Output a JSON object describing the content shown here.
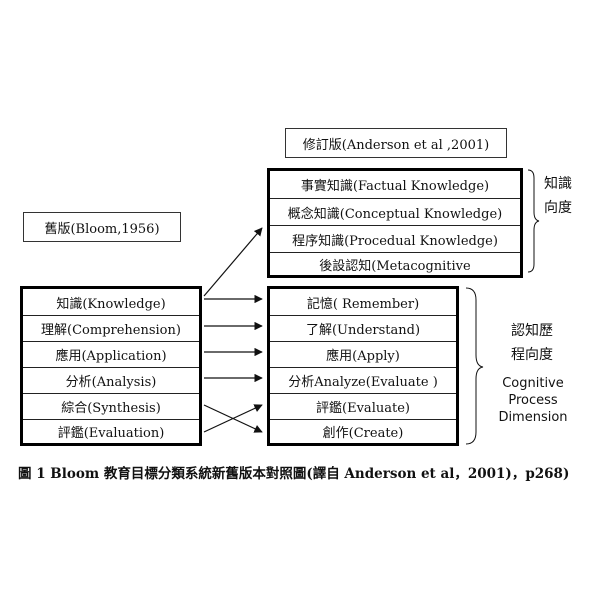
{
  "revised_title": "修訂版(Anderson et al ,2001)",
  "old_title": "舊版(Bloom,1956)",
  "knowledge_dimension": {
    "items": [
      "事實知識(Factual Knowledge)",
      "概念知識(Conceptual Knowledge)",
      "程序知識(Procedual Knowledge)",
      "後設認知(Metacognitive"
    ],
    "label_line1": "知識",
    "label_line2": "向度"
  },
  "old_levels": [
    "知識(Knowledge)",
    "理解(Comprehension)",
    "應用(Application)",
    "分析(Analysis)",
    "綜合(Synthesis)",
    "評鑑(Evaluation)"
  ],
  "cognitive_process": {
    "items": [
      "記憶( Remember)",
      "了解(Understand)",
      "應用(Apply)",
      "分析Analyze(Evaluate )",
      "評鑑(Evaluate)",
      "創作(Create)"
    ],
    "label_line1": "認知歷",
    "label_line2": "程向度",
    "english_line1": "Cognitive",
    "english_line2": "Process",
    "english_line3": "Dimension"
  },
  "caption": "圖 1 Bloom 教育目標分類系統新舊版本對照圖(譯自 Anderson et al，2001)，p268)"
}
